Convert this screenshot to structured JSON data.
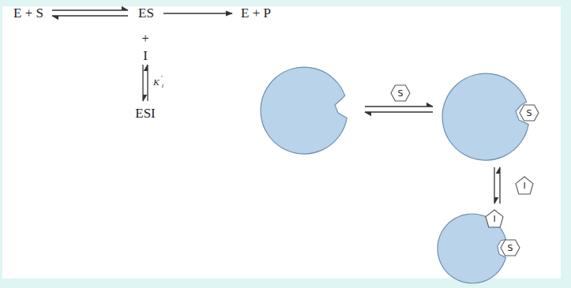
{
  "diagram": {
    "nodes": [
      {
        "text": [
          "S"
        ]
      },
      {
        "text": [
          "S"
        ]
      },
      {
        "text": [
          "I"
        ]
      },
      {
        "text": [
          "I"
        ]
      },
      {
        "text": [
          "S"
        ]
      }
    ],
    "labels": [
      "E + S",
      "ES",
      "E + P",
      "+",
      "I",
      "K",
      "′",
      "I",
      "ESI"
    ]
  }
}
